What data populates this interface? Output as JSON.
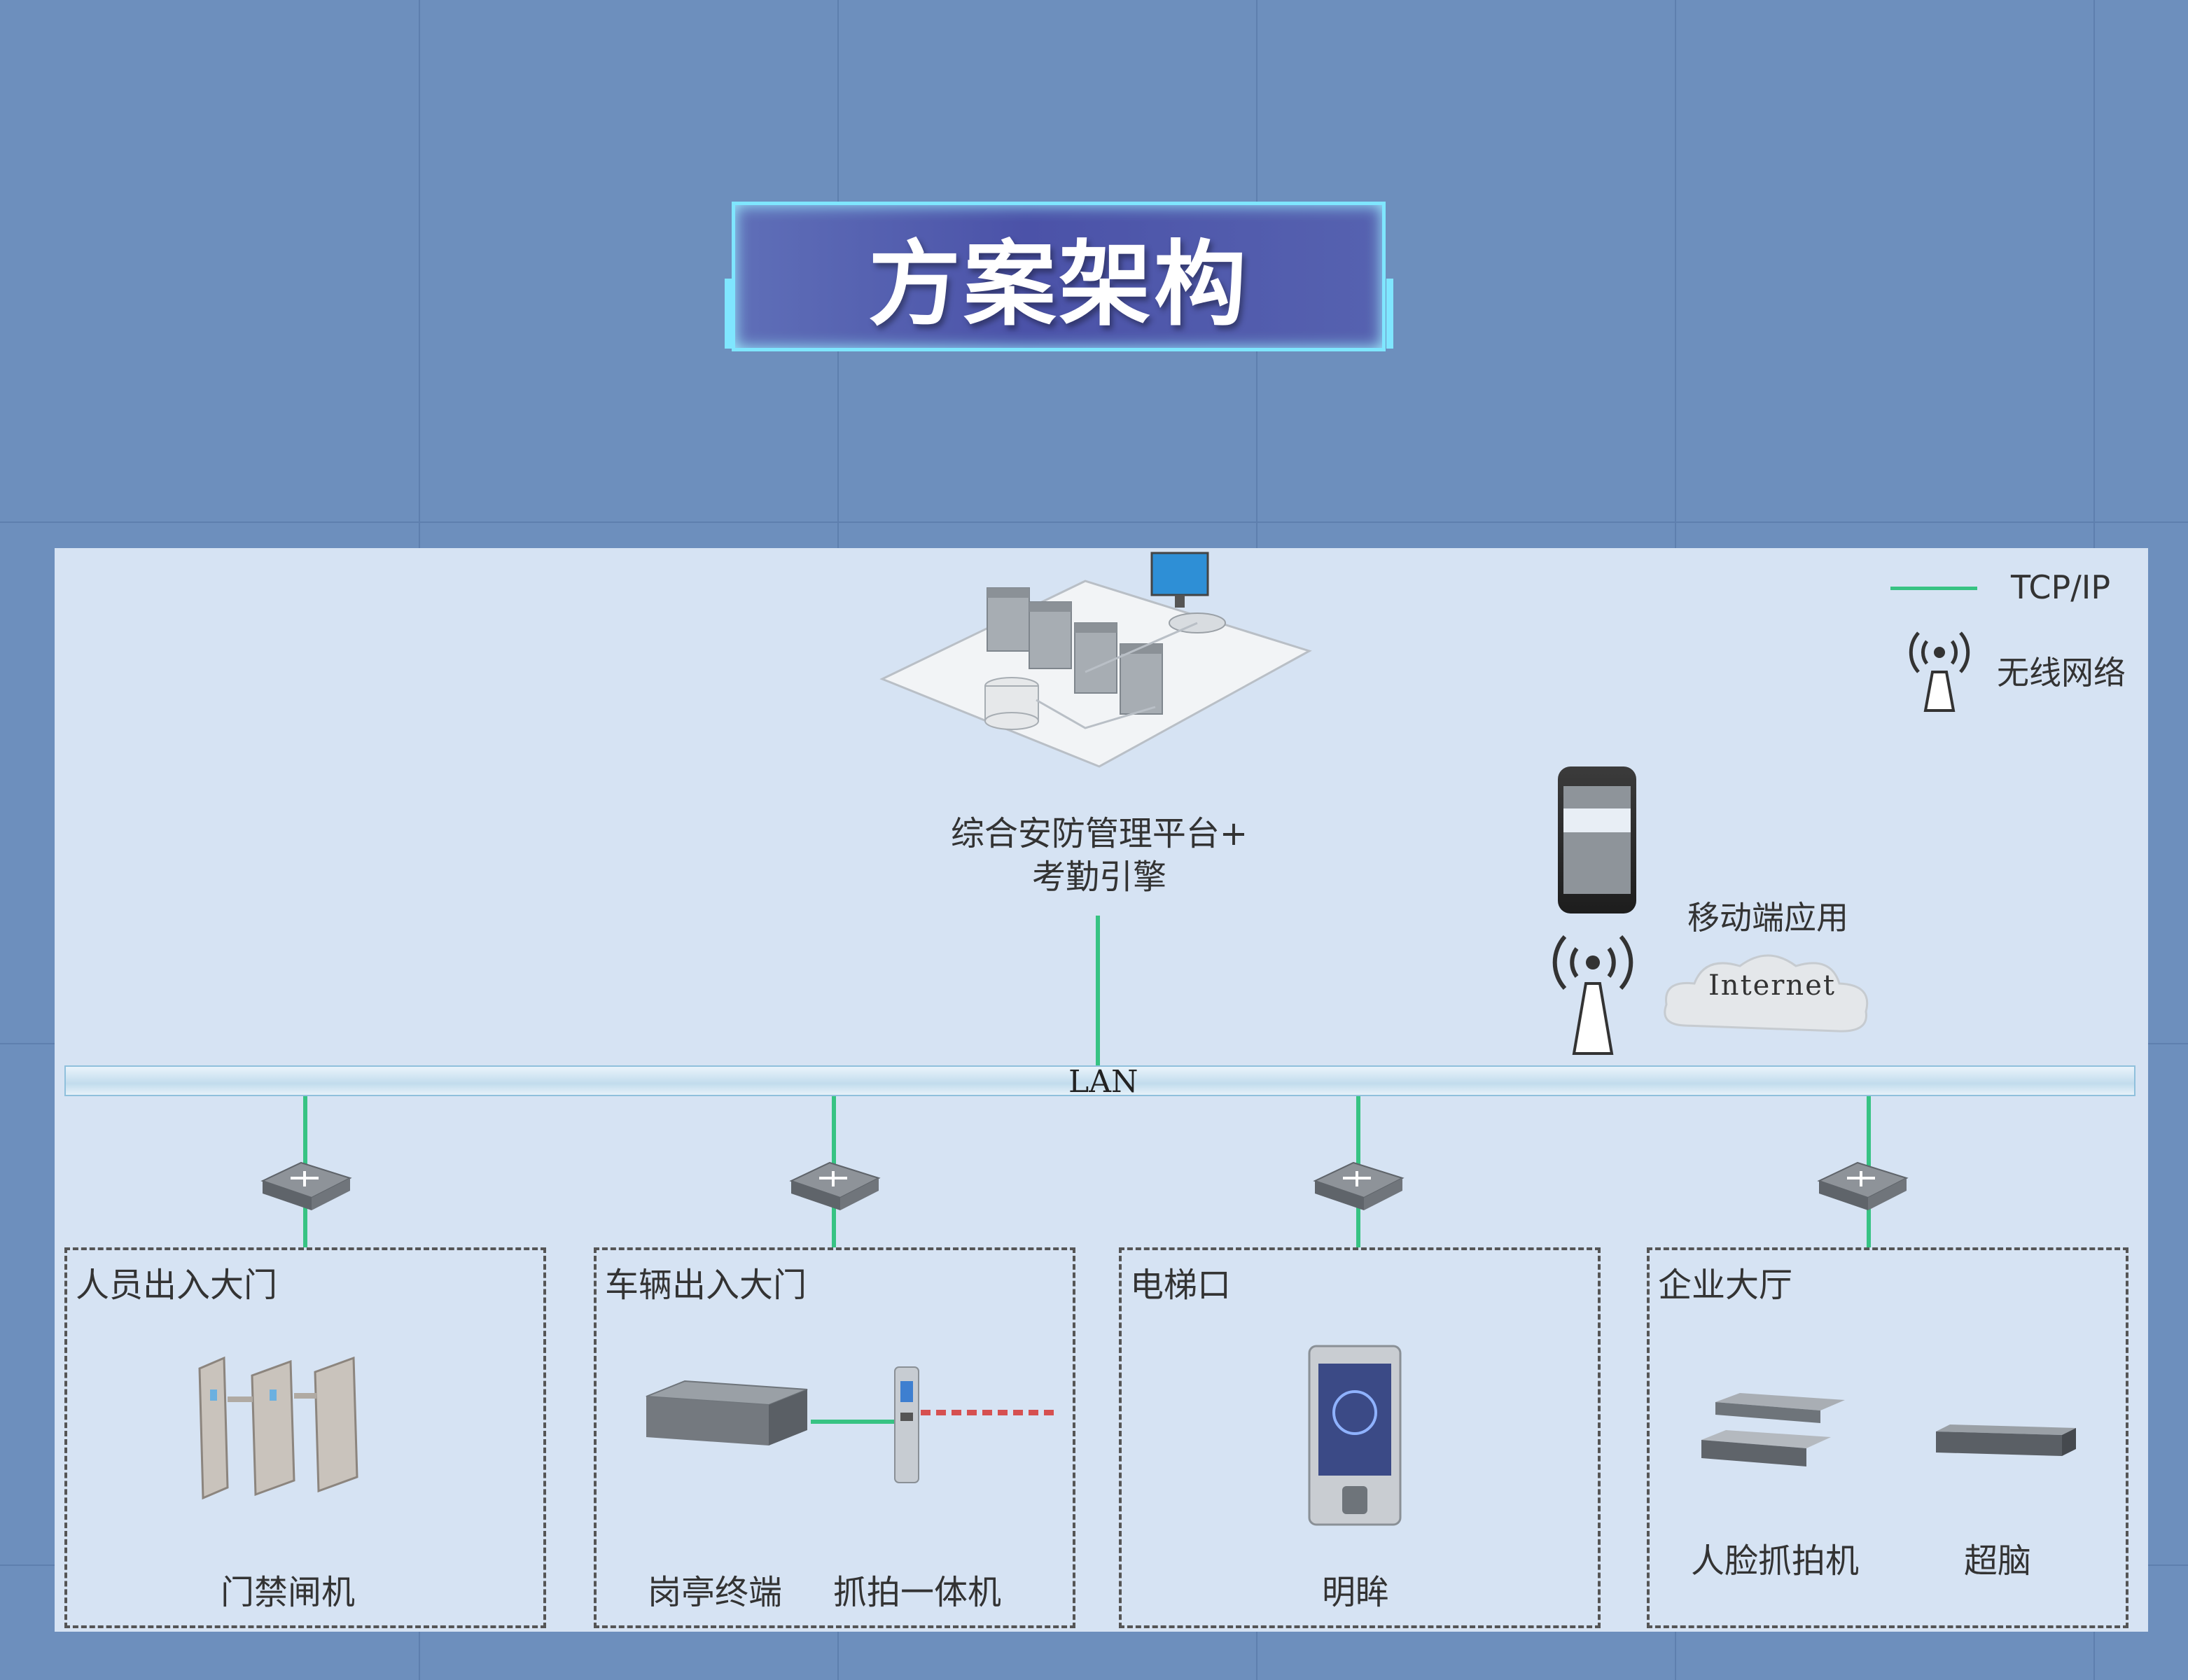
{
  "title": "方案架构",
  "legend": {
    "line_label": "TCP/IP",
    "wireless_label": "无线网络"
  },
  "platform": {
    "line1": "综合安防管理平台+",
    "line2": "考勤引擎"
  },
  "lan_label": "LAN",
  "mobile": {
    "label": "移动端应用",
    "internet_label": "Internet"
  },
  "zones": [
    {
      "title": "人员出入大门",
      "devices": [
        "门禁闸机"
      ]
    },
    {
      "title": "车辆出入大门",
      "devices": [
        "岗亭终端",
        "抓拍一体机"
      ]
    },
    {
      "title": "电梯口",
      "devices": [
        "明眸"
      ]
    },
    {
      "title": "企业大厅",
      "devices": [
        "人脸抓拍机",
        "超脑"
      ]
    }
  ],
  "colors": {
    "link": "#37c383",
    "background": "#6d8fbd",
    "panel": "#d6e3f3",
    "title_border": "#7fe6ff"
  }
}
